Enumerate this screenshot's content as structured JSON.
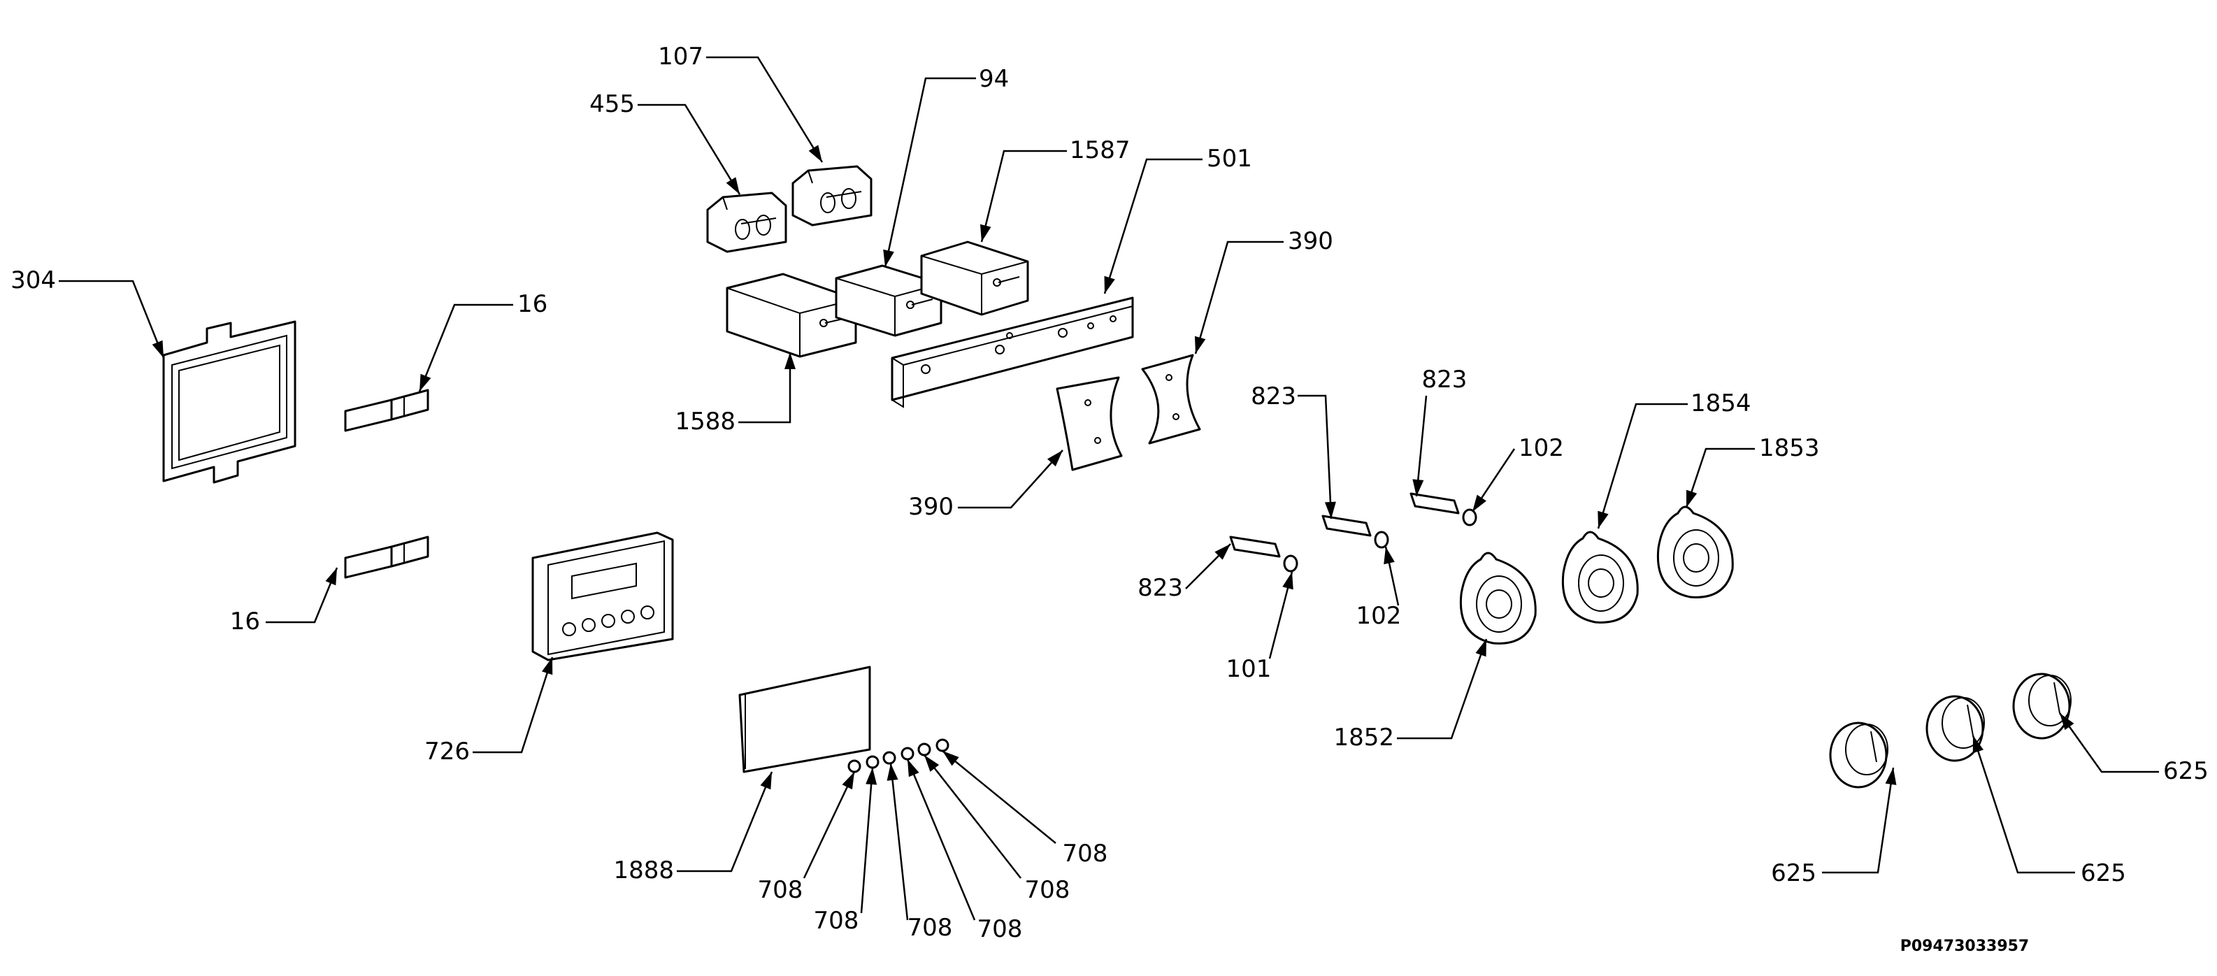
{
  "document_code": "P09473033957",
  "callouts": [
    {
      "id": "c304",
      "label": "304"
    },
    {
      "id": "c16a",
      "label": "16"
    },
    {
      "id": "c16b",
      "label": "16"
    },
    {
      "id": "c455",
      "label": "455"
    },
    {
      "id": "c107",
      "label": "107"
    },
    {
      "id": "c94",
      "label": "94"
    },
    {
      "id": "c1587",
      "label": "1587"
    },
    {
      "id": "c501",
      "label": "501"
    },
    {
      "id": "c390a",
      "label": "390"
    },
    {
      "id": "c390b",
      "label": "390"
    },
    {
      "id": "c1588",
      "label": "1588"
    },
    {
      "id": "c726",
      "label": "726"
    },
    {
      "id": "c1888",
      "label": "1888"
    },
    {
      "id": "c708a",
      "label": "708"
    },
    {
      "id": "c708b",
      "label": "708"
    },
    {
      "id": "c708c",
      "label": "708"
    },
    {
      "id": "c708d",
      "label": "708"
    },
    {
      "id": "c708e",
      "label": "708"
    },
    {
      "id": "c708f",
      "label": "708"
    },
    {
      "id": "c823a",
      "label": "823"
    },
    {
      "id": "c823b",
      "label": "823"
    },
    {
      "id": "c823c",
      "label": "823"
    },
    {
      "id": "c102a",
      "label": "102"
    },
    {
      "id": "c102b",
      "label": "102"
    },
    {
      "id": "c101",
      "label": "101"
    },
    {
      "id": "c1854",
      "label": "1854"
    },
    {
      "id": "c1853",
      "label": "1853"
    },
    {
      "id": "c1852",
      "label": "1852"
    },
    {
      "id": "c625a",
      "label": "625"
    },
    {
      "id": "c625b",
      "label": "625"
    },
    {
      "id": "c625c",
      "label": "625"
    }
  ]
}
